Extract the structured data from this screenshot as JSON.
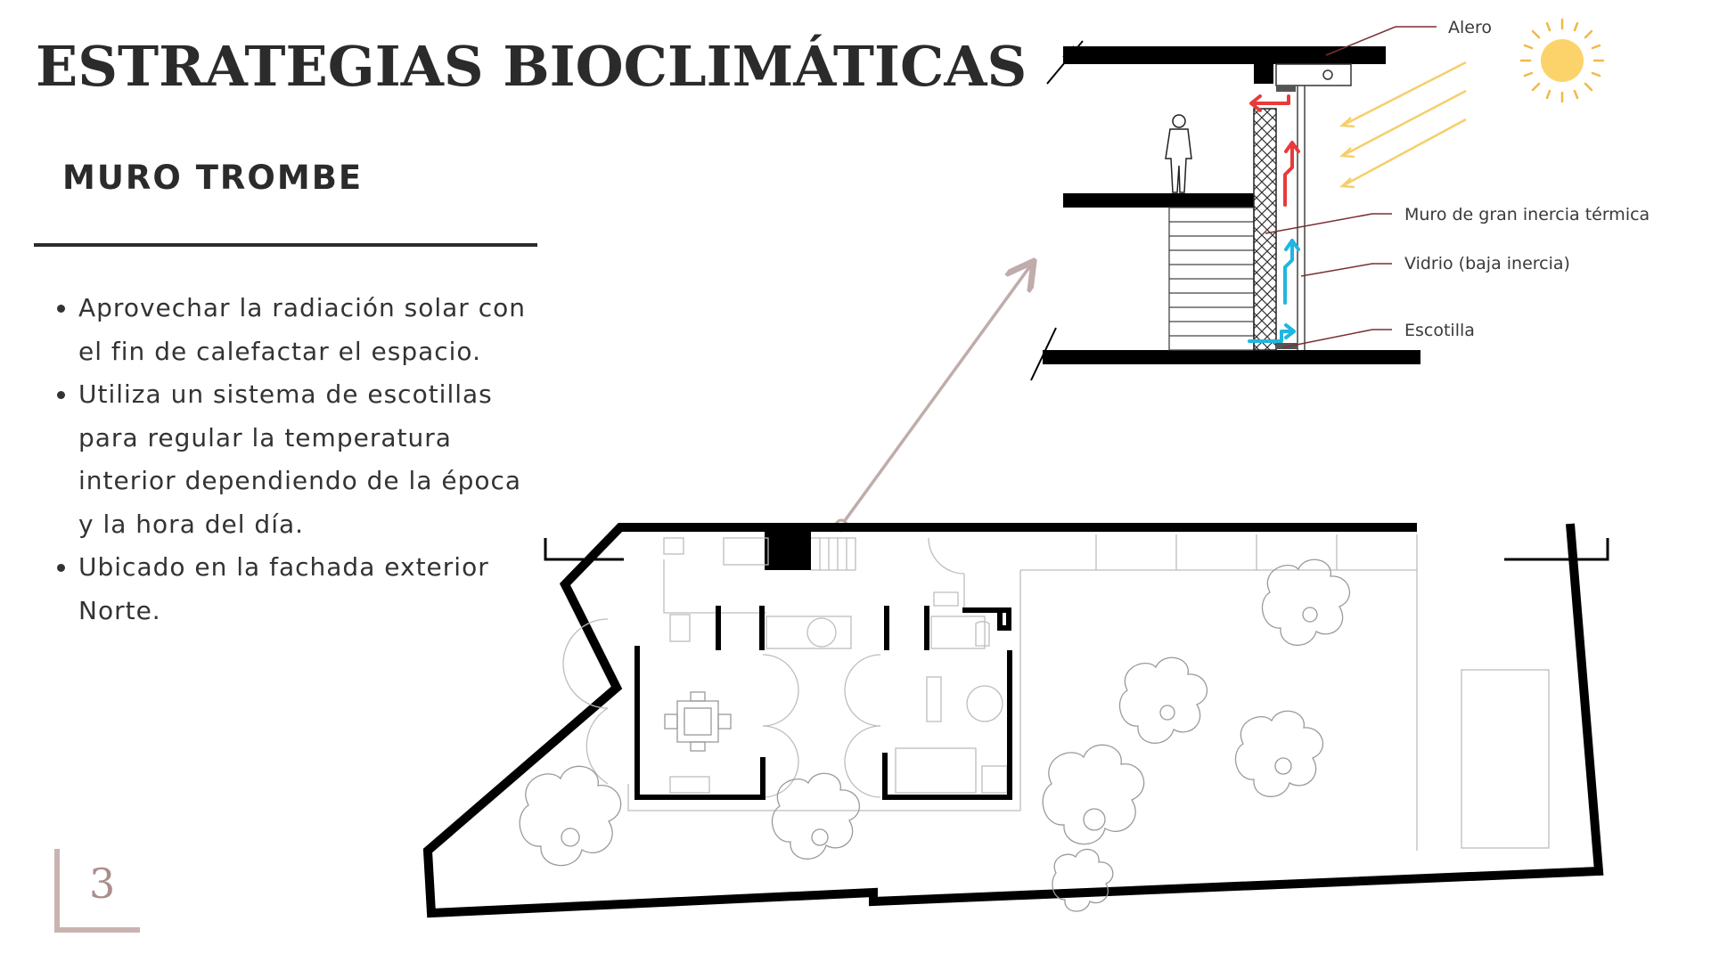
{
  "title": "ESTRATEGIAS BIOCLIMÁTICAS",
  "subtitle": "MURO TROMBE",
  "bullets": [
    " Aprovechar la radiación solar con el fin de calefactar el espacio.",
    "Utiliza un sistema de escotillas para regular la temperatura interior dependiendo de la época y la hora del día.",
    "Ubicado en la fachada exterior Norte."
  ],
  "page_number": "3",
  "section_labels": {
    "alero": "Alero",
    "muro": "Muro de gran inercia térmica",
    "vidrio": "Vidrio (baja inercia)",
    "escotilla": "Escotilla"
  },
  "icons": [
    "sun-icon",
    "person-icon",
    "tree-icon"
  ],
  "colors": {
    "text": "#2b2b2b",
    "accent": "#c9b3b1",
    "pointer_line": "#c0acaa",
    "sun": "#fcd36a",
    "sun_rays": "#f5cf6a",
    "warm_air": "#e83a3a",
    "cool_air": "#1fb6e0",
    "leader_lines": "#7a2e33"
  }
}
